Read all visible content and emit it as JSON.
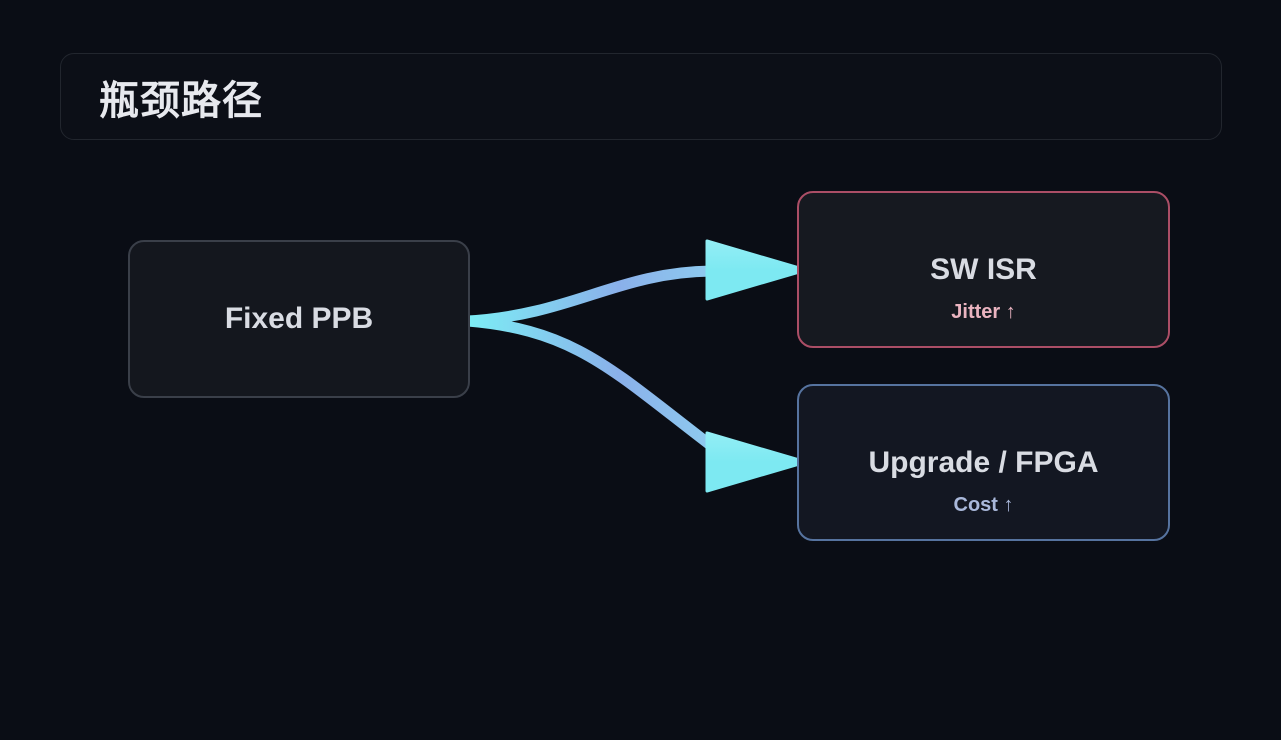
{
  "page": {
    "background_color": "#0a0d15"
  },
  "header": {
    "title": "瓶颈路径"
  },
  "diagram": {
    "nodes": {
      "fixed_ppb": {
        "label": "Fixed PPB",
        "border_color": "#3a3f49",
        "fill_color": "#14171e",
        "text_color": "#d9dce3"
      },
      "sw_isr": {
        "label": "SW ISR",
        "sublabel": "Jitter ↑",
        "border_color": "#ab4e66",
        "fill_color": "#161920",
        "text_color": "#d9dce3",
        "sublabel_color": "#eab4c0"
      },
      "upgrade_fpga": {
        "label": "Upgrade / FPGA",
        "sublabel": "Cost ↑",
        "border_color": "#56739f",
        "fill_color": "#131722",
        "text_color": "#d9dce3",
        "sublabel_color": "#a9b8da"
      }
    },
    "edges": [
      {
        "from": "Fixed PPB",
        "to": "SW ISR"
      },
      {
        "from": "Fixed PPB",
        "to": "Upgrade / FPGA"
      }
    ],
    "edge_colors": {
      "start": "#7ceef5",
      "mid": "#8ab0ea",
      "late": "#8fd2f0",
      "end": "#7de9f2",
      "arrowhead": "#7de9f2",
      "arrowhead_light": "#93eef5"
    }
  }
}
